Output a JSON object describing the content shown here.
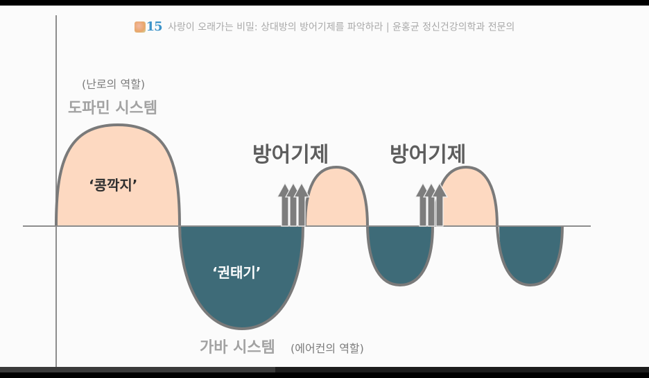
{
  "header": {
    "logo_number": "15",
    "title": "사랑이 오래가는 비밀: 상대방의 방어기제를 파악하라 | 윤홍균 정신건강의학과 전문의"
  },
  "diagram": {
    "top_role": "(난로의 역할)",
    "top_system": "도파민 시스템",
    "top_hump_label": "‘콩깍지’",
    "bottom_hump_label": "‘권태기’",
    "defense_label_1": "방어기제",
    "defense_label_2": "방어기제",
    "bottom_system": "가바 시스템",
    "bottom_role": "(에어컨의 역할)"
  },
  "colors": {
    "peach": "#fdd9c1",
    "teal": "#3e6b78",
    "outline": "#7a7a7a",
    "arrow": "#7d7d7d"
  },
  "video_progress": 0.424
}
